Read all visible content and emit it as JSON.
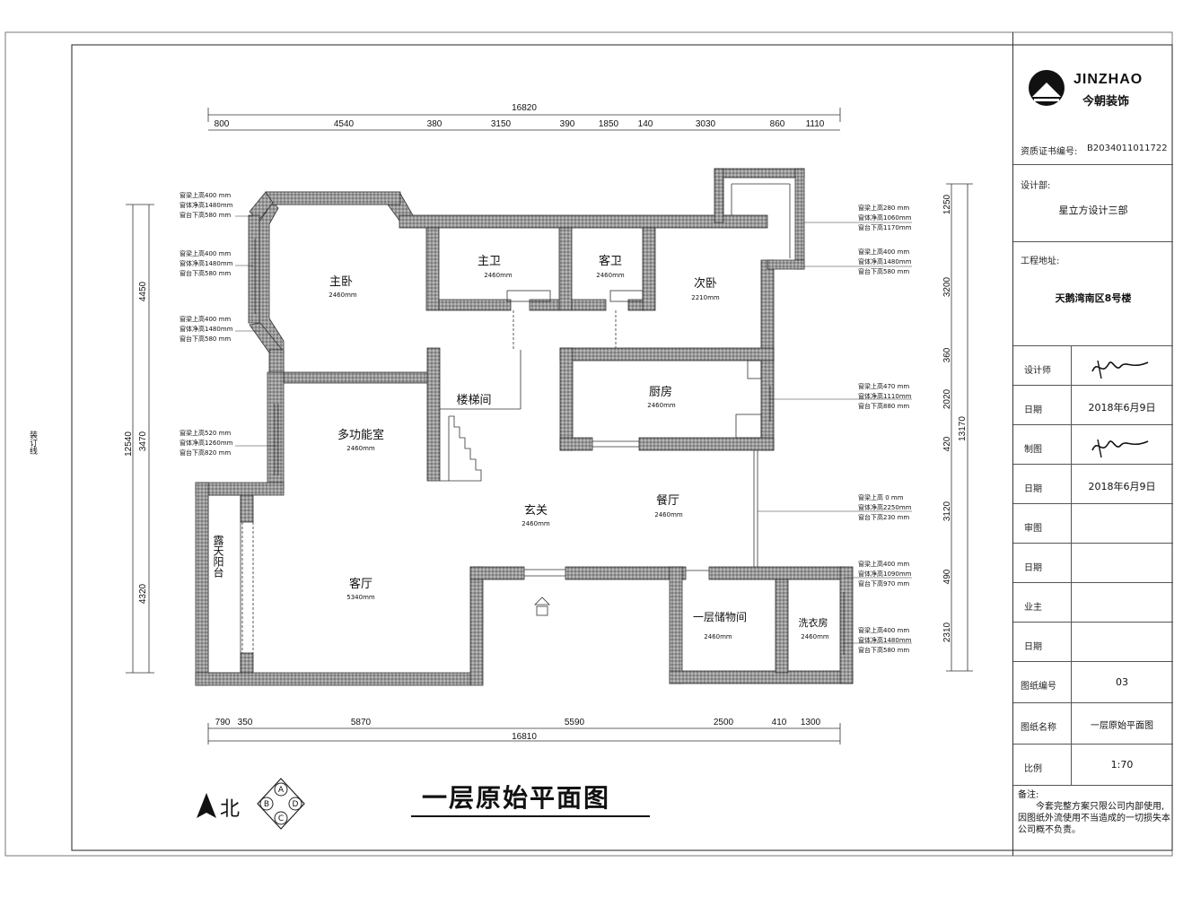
{
  "drawing": {
    "title": "一层原始平面图",
    "north_label": "北",
    "compass_letters": [
      "A",
      "B",
      "C",
      "D"
    ],
    "binding_line": "装订线"
  },
  "dimensions": {
    "top_total": "16820",
    "top_segments": [
      "800",
      "4540",
      "380",
      "3150",
      "390",
      "1850",
      "140",
      "3030",
      "860",
      "1110"
    ],
    "bottom_total": "16810",
    "bottom_segments": [
      "790",
      "350",
      "5870",
      "5590",
      "2500",
      "410",
      "1300"
    ],
    "left_total": "12540",
    "left_segments": [
      "4450",
      "3470",
      "4320"
    ],
    "right_total": "13170",
    "right_segments": [
      "1250",
      "3200",
      "360",
      "2020",
      "420",
      "3120",
      "490",
      "2310"
    ]
  },
  "rooms": [
    {
      "name": "主卧",
      "height": "2460mm"
    },
    {
      "name": "主卫",
      "height": "2460mm"
    },
    {
      "name": "客卫",
      "height": "2460mm"
    },
    {
      "name": "次卧",
      "height": "2210mm"
    },
    {
      "name": "楼梯间",
      "height": ""
    },
    {
      "name": "厨房",
      "height": "2460mm"
    },
    {
      "name": "多功能室",
      "height": "2460mm"
    },
    {
      "name": "玄关",
      "height": "2460mm"
    },
    {
      "name": "餐厅",
      "height": "2460mm"
    },
    {
      "name": "客厅",
      "height": "5340mm"
    },
    {
      "name": "一层储物间",
      "height": "2460mm"
    },
    {
      "name": "洗衣房",
      "height": "2460mm"
    },
    {
      "name": "露天阳台",
      "height": ""
    }
  ],
  "window_notes_left": [
    [
      "窗梁上高400 mm",
      "窗体净高1480mm",
      "窗台下高580 mm"
    ],
    [
      "窗梁上高400 mm",
      "窗体净高1480mm",
      "窗台下高580 mm"
    ],
    [
      "窗梁上高400 mm",
      "窗体净高1480mm",
      "窗台下高580 mm"
    ],
    [
      "窗梁上高520 mm",
      "窗体净高1260mm",
      "窗台下高820 mm"
    ]
  ],
  "window_notes_right": [
    [
      "窗梁上高280 mm",
      "窗体净高1060mm",
      "窗台下高1170mm"
    ],
    [
      "窗梁上高400 mm",
      "窗体净高1480mm",
      "窗台下高580 mm"
    ],
    [
      "窗梁上高470 mm",
      "窗体净高1110mm",
      "窗台下高880 mm"
    ],
    [
      "窗梁上高  0 mm",
      "窗体净高2250mm",
      "窗台下高230 mm"
    ],
    [
      "窗梁上高400 mm",
      "窗体净高1090mm",
      "窗台下高970 mm"
    ],
    [
      "窗梁上高400 mm",
      "窗体净高1480mm",
      "窗台下高580 mm"
    ]
  ],
  "title_block": {
    "brand": "JINZHAO",
    "brand_cn": "今朝装饰",
    "cert_label": "资质证书编号:",
    "cert_value": "B2034011011722",
    "dept_label": "设计部:",
    "dept_value": "星立方设计三部",
    "address_label": "工程地址:",
    "address_value": "天鹅湾南区8号楼",
    "rows": [
      {
        "label": "设计师",
        "value": ""
      },
      {
        "label": "日期",
        "value": "2018年6月9日"
      },
      {
        "label": "制图",
        "value": ""
      },
      {
        "label": "日期",
        "value": "2018年6月9日"
      },
      {
        "label": "审图",
        "value": ""
      },
      {
        "label": "日期",
        "value": ""
      },
      {
        "label": "业主",
        "value": ""
      },
      {
        "label": "日期",
        "value": ""
      },
      {
        "label": "图纸编号",
        "value": "03"
      },
      {
        "label": "图纸名称",
        "value": "一层原始平面图"
      },
      {
        "label": "比例",
        "value": "1:70"
      }
    ],
    "notes_label": "备注:",
    "notes_text": "今套完整方案只限公司内部使用,因图纸外流使用不当造成的一切损失本公司概不负责。"
  },
  "colors": {
    "wall": "#8a8a8a",
    "line": "#222222"
  }
}
